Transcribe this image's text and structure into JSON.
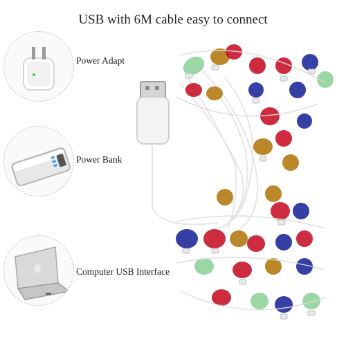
{
  "title": "USB with 6M cable easy to connect",
  "options": [
    {
      "label": "Power Adapt",
      "icon": "power-adapter-icon"
    },
    {
      "label": "Power Bank",
      "icon": "power-bank-icon"
    },
    {
      "label": "Computer USB Interface",
      "icon": "laptop-icon"
    }
  ],
  "colors": {
    "bulb_red": "#c8142a",
    "bulb_blue": "#1f2a9a",
    "bulb_amber": "#b37a14",
    "bulb_green": "#8fd39a",
    "cable": "#e6e6e6"
  }
}
